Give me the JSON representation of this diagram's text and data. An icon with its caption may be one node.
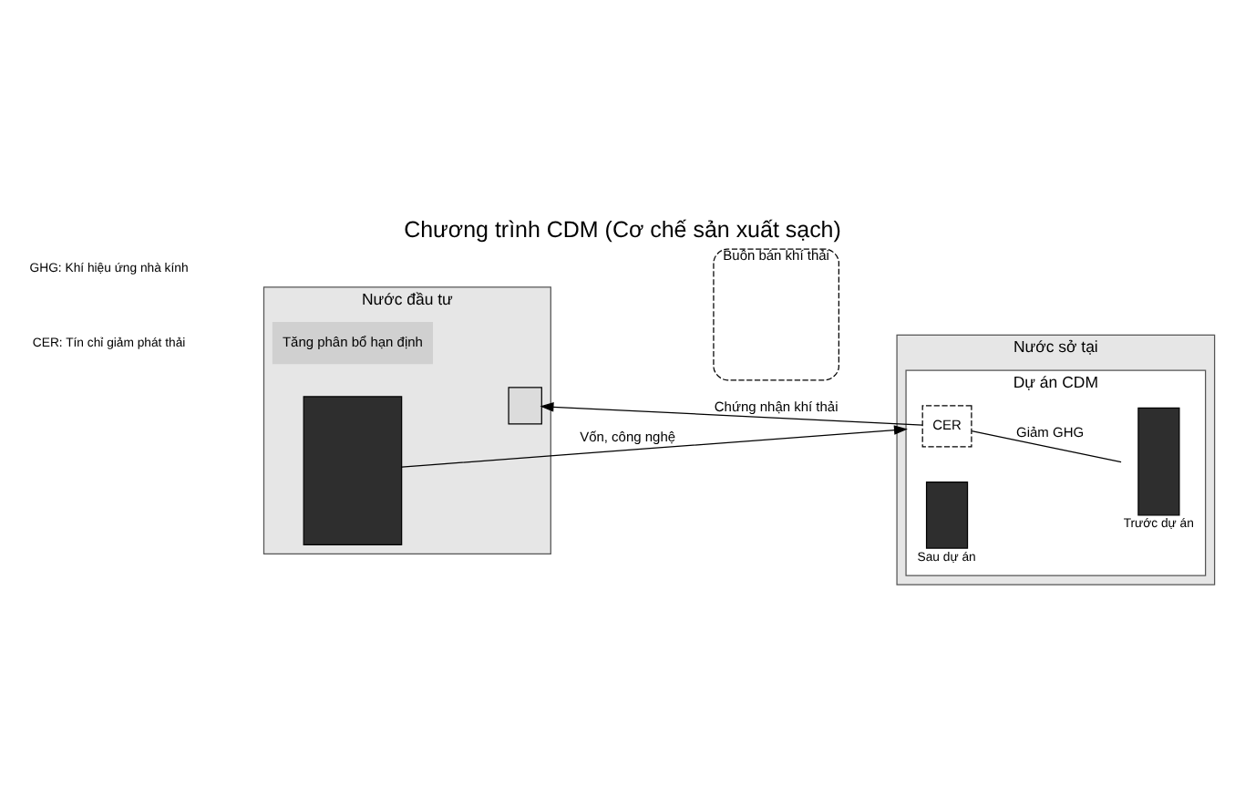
{
  "diagram": {
    "title": "Chương trình CDM (Cơ chế sản xuất sạch)",
    "nodes": [
      {
        "text": [
          "Nước đầu tư"
        ]
      },
      {
        "text": [
          "Tăng phân bổ hạn định"
        ],
        "in": 0
      },
      {
        "text": [],
        "shape": "bar",
        "in": 0
      },
      {
        "text": [],
        "shape": "bar",
        "in": 0
      },
      {
        "text": [
          "Buôn bán khí thải"
        ]
      },
      {
        "text": [
          "Nước sở tại"
        ]
      },
      {
        "text": [
          "Dự án CDM"
        ],
        "in": 5
      },
      {
        "text": [
          "CER"
        ],
        "in": 6
      },
      {
        "text": [],
        "shape": "bar",
        "in": 6,
        "beside": [
          "Sau dự án"
        ]
      },
      {
        "text": [],
        "shape": "bar",
        "in": 6,
        "beside": [
          "Trước dự án"
        ]
      }
    ],
    "edges": [
      {
        "from": 7,
        "to": 3,
        "arrow": "to",
        "label": "Chứng nhận khí thải"
      },
      {
        "from": 2,
        "to": 6,
        "arrow": "to",
        "label": "Vốn, công nghệ"
      },
      {
        "from": 7,
        "to": 9,
        "arrow": "none",
        "label": "Giảm GHG"
      }
    ],
    "labels": [
      "CER: Tín chỉ giảm phát thải",
      "GHG: Khí hiệu ứng nhà kính"
    ]
  }
}
